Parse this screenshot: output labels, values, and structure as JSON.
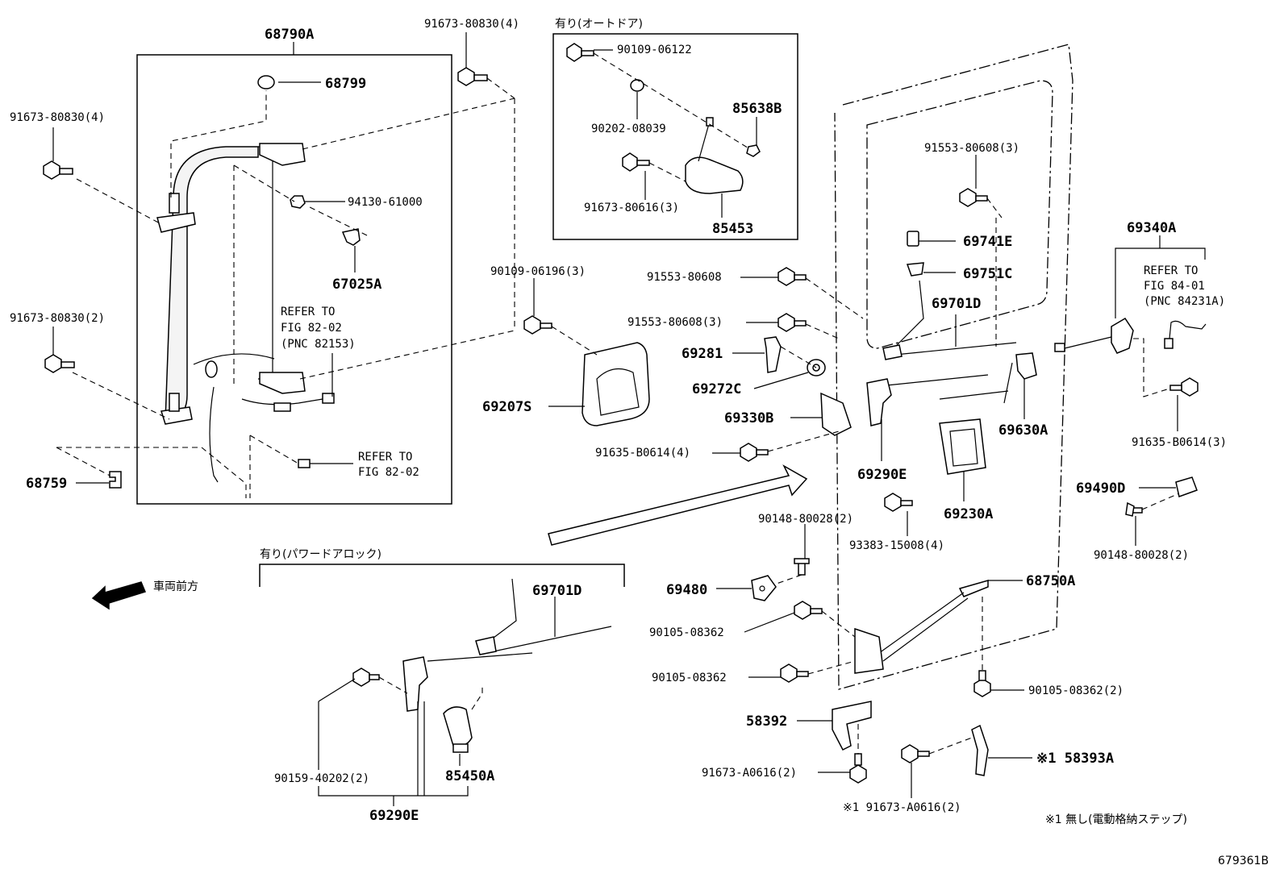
{
  "diagram_id": "679361B",
  "boxes": {
    "cable_box_title": "68790A",
    "auto_door_title": "有り(オートドア)",
    "power_lock_title": "有り(パワードアロック)"
  },
  "direction": {
    "label": "車両前方"
  },
  "footnote": "※1 無し(電動格納ステップ)",
  "labels": [
    {
      "id": "l68799",
      "text": "68799",
      "big": true
    },
    {
      "id": "l91673_4a",
      "text": "91673-80830(4)"
    },
    {
      "id": "l91673_4b",
      "text": "91673-80830(4)"
    },
    {
      "id": "l94130",
      "text": "94130-61000"
    },
    {
      "id": "l67025A",
      "text": "67025A",
      "big": true
    },
    {
      "id": "lref1a",
      "text": "REFER TO"
    },
    {
      "id": "lref1b",
      "text": "FIG 82-02"
    },
    {
      "id": "lref1c",
      "text": "(PNC 82153)"
    },
    {
      "id": "l91673_2",
      "text": "91673-80830(2)"
    },
    {
      "id": "lref2a",
      "text": "REFER TO"
    },
    {
      "id": "lref2b",
      "text": "FIG 82-02"
    },
    {
      "id": "l68759",
      "text": "68759",
      "big": true
    },
    {
      "id": "l90109_06122",
      "text": "90109-06122"
    },
    {
      "id": "l90202",
      "text": "90202-08039"
    },
    {
      "id": "l85638B",
      "text": "85638B",
      "big": true
    },
    {
      "id": "l91673_80616",
      "text": "91673-80616(3)"
    },
    {
      "id": "l85453",
      "text": "85453",
      "big": true
    },
    {
      "id": "l90109_06196",
      "text": "90109-06196(3)"
    },
    {
      "id": "l69207S",
      "text": "69207S",
      "big": true
    },
    {
      "id": "l91553_a",
      "text": "91553-80608"
    },
    {
      "id": "l91553_b",
      "text": "91553-80608(3)"
    },
    {
      "id": "l91553_c",
      "text": "91553-80608(3)"
    },
    {
      "id": "l69741E",
      "text": "69741E",
      "big": true
    },
    {
      "id": "l69751C",
      "text": "69751C",
      "big": true
    },
    {
      "id": "l69701D_a",
      "text": "69701D",
      "big": true
    },
    {
      "id": "l69281",
      "text": "69281",
      "big": true
    },
    {
      "id": "l69272C",
      "text": "69272C",
      "big": true
    },
    {
      "id": "l69330B",
      "text": "69330B",
      "big": true
    },
    {
      "id": "l91635_4",
      "text": "91635-B0614(4)"
    },
    {
      "id": "l69290E_a",
      "text": "69290E",
      "big": true
    },
    {
      "id": "l69630A",
      "text": "69630A",
      "big": true
    },
    {
      "id": "l69230A",
      "text": "69230A",
      "big": true
    },
    {
      "id": "l69340A",
      "text": "69340A",
      "big": true
    },
    {
      "id": "lref3a",
      "text": "REFER TO"
    },
    {
      "id": "lref3b",
      "text": "FIG 84-01"
    },
    {
      "id": "lref3c",
      "text": "(PNC 84231A)"
    },
    {
      "id": "l91635_3",
      "text": "91635-B0614(3)"
    },
    {
      "id": "l69490D",
      "text": "69490D",
      "big": true
    },
    {
      "id": "l90148_r",
      "text": "90148-80028(2)"
    },
    {
      "id": "l90148_c",
      "text": "90148-80028(2)"
    },
    {
      "id": "l93383",
      "text": "93383-15008(4)"
    },
    {
      "id": "l69480",
      "text": "69480",
      "big": true
    },
    {
      "id": "l90105_a",
      "text": "90105-08362"
    },
    {
      "id": "l90105_b",
      "text": "90105-08362"
    },
    {
      "id": "l68750A",
      "text": "68750A",
      "big": true
    },
    {
      "id": "l90105_c",
      "text": "90105-08362(2)"
    },
    {
      "id": "l58392",
      "text": "58392",
      "big": true
    },
    {
      "id": "l91673_A0616_a",
      "text": "91673-A0616(2)"
    },
    {
      "id": "l91673_A0616_b",
      "text": "※1 91673-A0616(2)"
    },
    {
      "id": "l58393A",
      "text": "※1 58393A",
      "big": true
    },
    {
      "id": "l69701D_b",
      "text": "69701D",
      "big": true
    },
    {
      "id": "l90159",
      "text": "90159-40202(2)"
    },
    {
      "id": "l85450A",
      "text": "85450A",
      "big": true
    },
    {
      "id": "l69290E_b",
      "text": "69290E",
      "big": true
    }
  ]
}
